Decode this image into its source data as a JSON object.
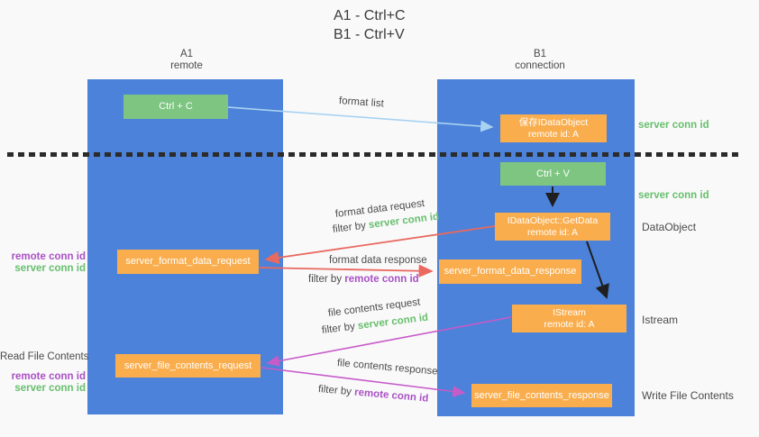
{
  "title": {
    "lines": [
      "A1 - Ctrl+C",
      "B1 - Ctrl+V"
    ]
  },
  "columns": {
    "a1": {
      "name": "A1",
      "role": "remote"
    },
    "b1": {
      "name": "B1",
      "role": "connection"
    }
  },
  "boxes": {
    "ctrl_c": {
      "label": "Ctrl + C"
    },
    "ctrl_v": {
      "label": "Ctrl + V"
    },
    "save_idataobject": {
      "line1": "保存IDataObject",
      "line2": "remote id: A"
    },
    "getdata": {
      "line1": "IDataObject::GetData",
      "line2": "remote id: A"
    },
    "istream": {
      "line1": "IStream",
      "line2": "remote id: A"
    },
    "format_data_request": {
      "label": "server_format_data_request"
    },
    "format_data_response": {
      "label": "server_format_data_response"
    },
    "file_contents_request": {
      "label": "server_file_contents_request"
    },
    "file_contents_response": {
      "label": "server_file_contents_response"
    }
  },
  "arrow_labels": {
    "format_list": "format list",
    "format_data_request": "format data request",
    "format_data_response": "format data response",
    "file_contents_request": "file contents request",
    "file_contents_response": "file contents response",
    "filter_by": "filter by",
    "server_conn_id": "server conn id",
    "remote_conn_id": "remote conn id"
  },
  "side_labels": {
    "server_conn_id_top": "server conn id",
    "server_conn_id_middle": "server conn id",
    "dataobject": "DataObject",
    "istream": "Istream",
    "write_file_contents": "Write File Contents",
    "read_file_contents": "Read File Contents",
    "remote_conn_id": "remote conn id",
    "server_conn_id": "server conn id"
  },
  "colors": {
    "background": "#f9f9fa",
    "lifeline-blue": "#4c82d9",
    "box-green": "#7dc581",
    "box-orange": "#f9ad4d",
    "arrow-blue": "#a9d2f0",
    "arrow-red": "#e9695f",
    "arrow-magenta": "#c75bc8",
    "arrow-black": "#1f1f1f",
    "text-green": "#67bf6c",
    "text-purple": "#a951c4"
  }
}
